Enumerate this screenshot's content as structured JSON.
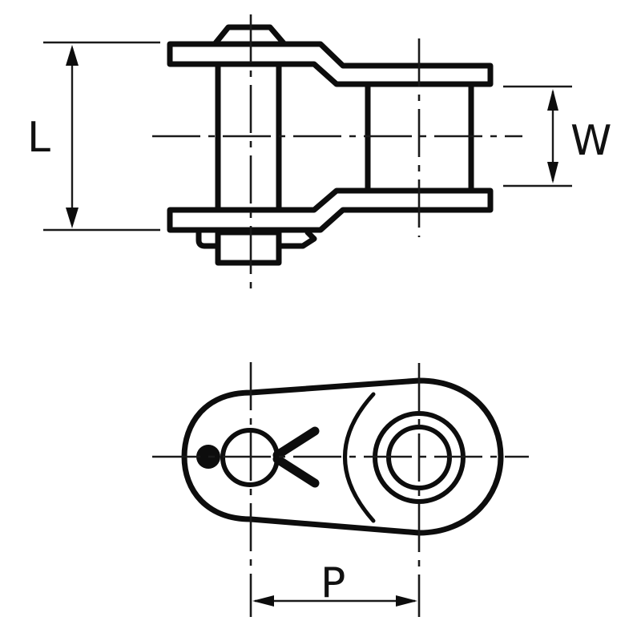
{
  "diagram": {
    "subject": "roller chain offset link",
    "views": [
      {
        "name": "top-view",
        "description": "plan view showing pin link plates, pin with cotter, offset plates and roller"
      },
      {
        "name": "side-view",
        "description": "side profile of offset plate with cotter pin at left hole and bushing/roller at right hole"
      }
    ],
    "dimensions": {
      "L": {
        "label": "L",
        "meaning": "pin length / overall width over plates"
      },
      "W": {
        "label": "W",
        "meaning": "inner width between plates"
      },
      "P": {
        "label": "P",
        "meaning": "pitch between pin centers"
      }
    },
    "colors": {
      "line": "#0d0d0d",
      "background": "#ffffff"
    }
  }
}
